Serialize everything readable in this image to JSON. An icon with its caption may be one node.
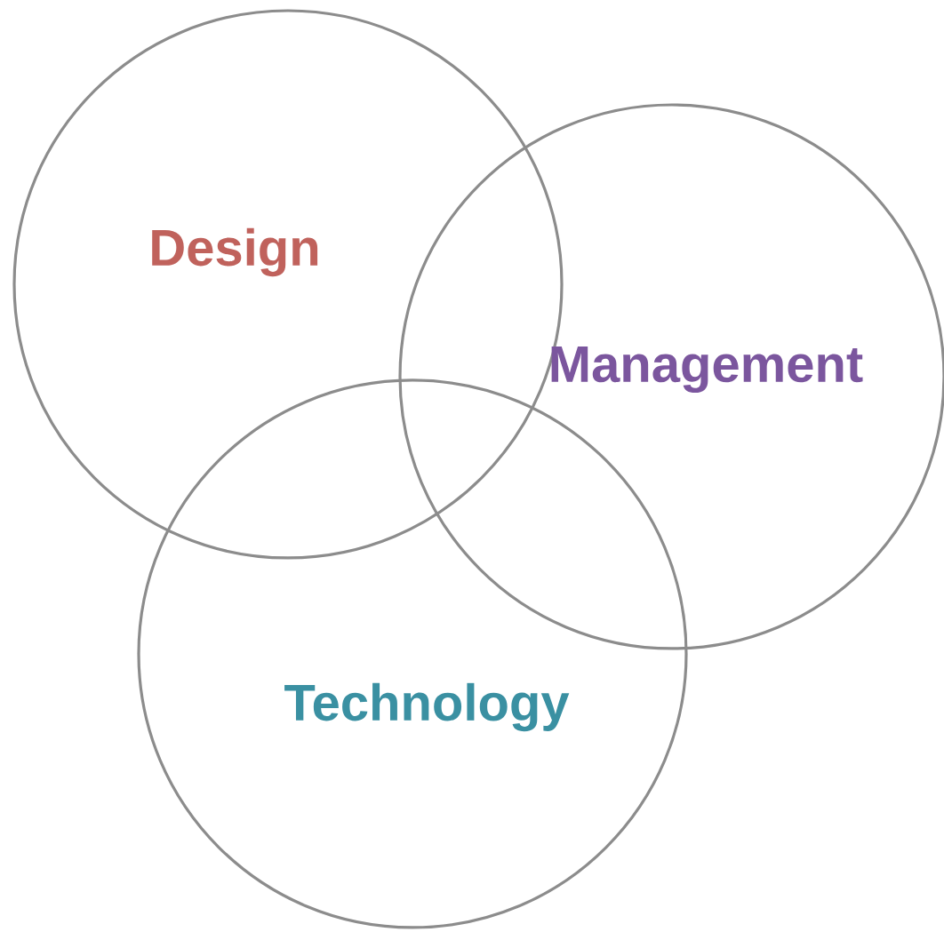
{
  "diagram": {
    "nodes": [
      {
        "text": [
          "Design"
        ]
      },
      {
        "text": [
          "Management"
        ]
      },
      {
        "text": [
          "Technology"
        ]
      }
    ]
  }
}
